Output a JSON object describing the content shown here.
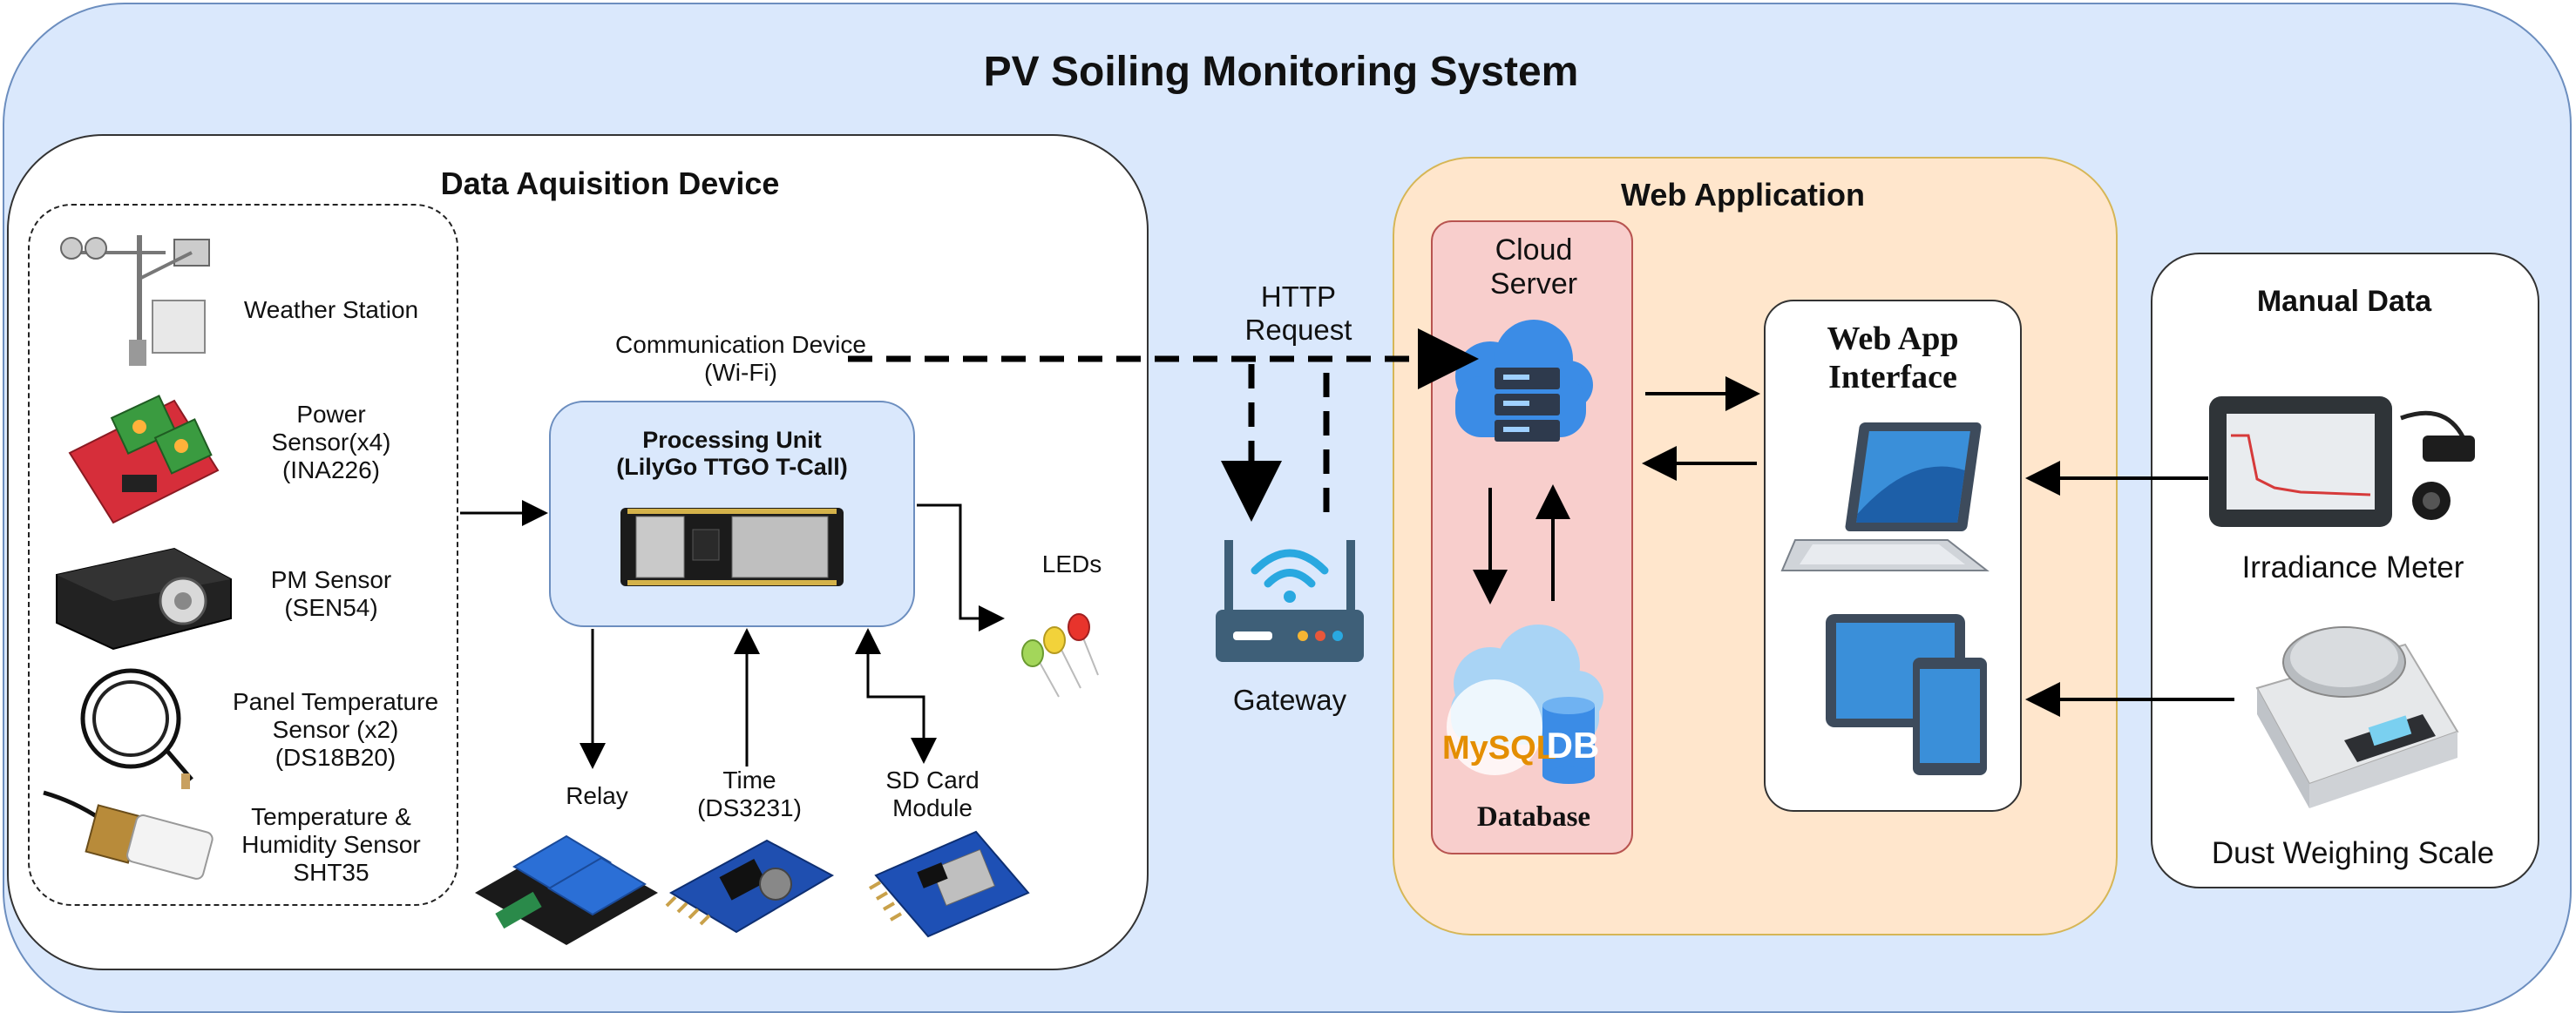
{
  "title": "PV Soiling Monitoring System",
  "daq": {
    "title": "Data Aquisition Device",
    "sensors": [
      {
        "label": "Weather Station",
        "icon": "anemometer-icon"
      },
      {
        "label": "Power\nSensor(x4)\n(INA226)",
        "icon": "power-sensor-board-icon"
      },
      {
        "label": "PM Sensor\n(SEN54)",
        "icon": "pm-sensor-icon"
      },
      {
        "label": "Panel Temperature\nSensor (x2)\n(DS18B20)",
        "icon": "temperature-probe-icon"
      },
      {
        "label": "Temperature &\nHumidity Sensor\nSHT35",
        "icon": "humidity-probe-icon"
      }
    ],
    "comm_label": "Communication Device\n(Wi-Fi)",
    "processing_title": "Processing Unit\n(LilyGo TTGO T-Call)",
    "leds_label": "LEDs",
    "relay_label": "Relay",
    "time_label": "Time\n(DS3231)",
    "sd_label": "SD Card\nModule"
  },
  "network": {
    "http_label": "HTTP\nRequest",
    "gateway_label": "Gateway"
  },
  "web_app": {
    "title": "Web Application",
    "cloud_label": "Cloud\nServer",
    "database_label": "Database",
    "mysql_text": "MySQL",
    "db_text": "DB",
    "interface_title": "Web App\nInterface"
  },
  "manual": {
    "title": "Manual Data",
    "irradiance_label": "Irradiance Meter",
    "scale_label": "Dust Weighing Scale"
  },
  "colors": {
    "outer_bg": "#dae8fc",
    "web_app_bg": "#ffe6cc",
    "web_app_border": "#d6b656",
    "database_bg": "#f8cecc",
    "processing_bg": "#dae8fc",
    "router_blue": "#3e5f78",
    "cloud_blue": "#3b8ce6"
  }
}
